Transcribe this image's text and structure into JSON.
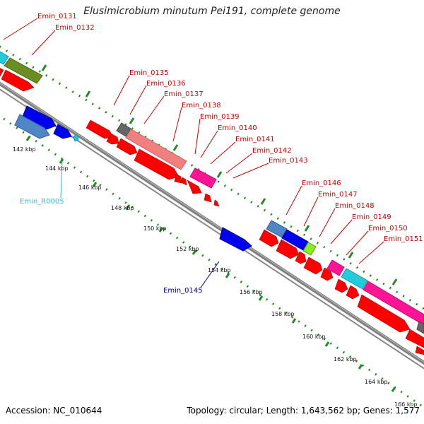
{
  "title": "Elusimicrobium minutum Pei191, complete genome",
  "footer": {
    "accession": "Accession: NC_010644",
    "summary": "Topology: circular; Length: 1,643,562 bp; Genes: 1,577"
  },
  "ticks": [
    "142 kbp",
    "144 kbp",
    "146 kbp",
    "148 kbp",
    "150 kbp",
    "152 kbp",
    "154 kbp",
    "156 kbp",
    "158 kbp",
    "160 kbp",
    "162 kbp",
    "164 kbp",
    "166 kbp"
  ],
  "gene_labels": [
    {
      "text": "Emin_0131",
      "color": "#cc0000"
    },
    {
      "text": "Emin_0132",
      "color": "#cc0000"
    },
    {
      "text": "Emin_0135",
      "color": "#cc0000"
    },
    {
      "text": "Emin_0136",
      "color": "#cc0000"
    },
    {
      "text": "Emin_0137",
      "color": "#cc0000"
    },
    {
      "text": "Emin_0138",
      "color": "#cc0000"
    },
    {
      "text": "Emin_0139",
      "color": "#cc0000"
    },
    {
      "text": "Emin_0140",
      "color": "#cc0000"
    },
    {
      "text": "Emin_0141",
      "color": "#cc0000"
    },
    {
      "text": "Emin_0142",
      "color": "#cc0000"
    },
    {
      "text": "Emin_0143",
      "color": "#cc0000"
    },
    {
      "text": "Emin_0146",
      "color": "#cc0000"
    },
    {
      "text": "Emin_0147",
      "color": "#cc0000"
    },
    {
      "text": "Emin_0148",
      "color": "#cc0000"
    },
    {
      "text": "Emin_0149",
      "color": "#cc0000"
    },
    {
      "text": "Emin_0150",
      "color": "#cc0000"
    },
    {
      "text": "Emin_0151",
      "color": "#cc0000"
    },
    {
      "text": "Emin_R0005",
      "color": "#33bbdd"
    },
    {
      "text": "Emin_0145",
      "color": "#000099"
    }
  ],
  "colors": {
    "gene_red": "#ff0000",
    "gene_blue": "#0000ee",
    "steelblue": "#4f86c6",
    "cyan": "#22ccdd",
    "olive": "#6b8e23",
    "pink": "#f08080",
    "magenta": "#ff1493",
    "gray": "#666666",
    "lime": "#88ee22",
    "tick_green": "#228b22",
    "backbone": "#808080"
  }
}
